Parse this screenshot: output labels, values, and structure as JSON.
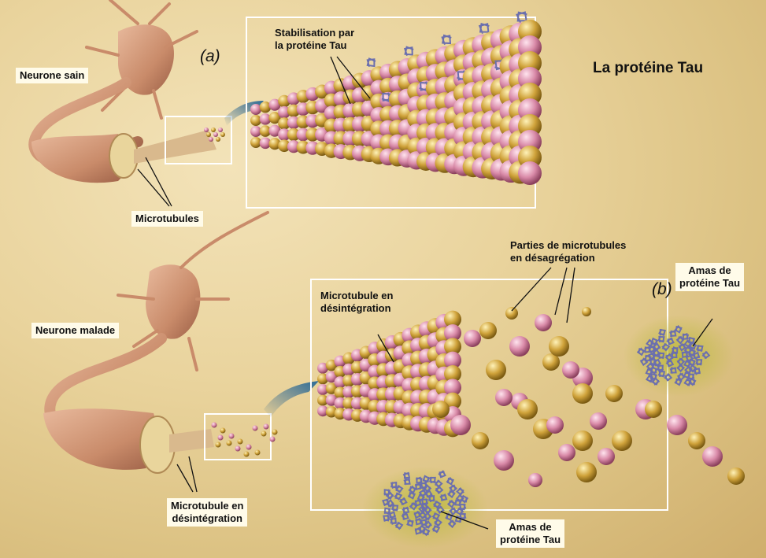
{
  "title": "La protéine Tau",
  "panels": {
    "a": "(a)",
    "b": "(b)"
  },
  "labels": {
    "neurone_sain": "Neurone sain",
    "neurone_malade": "Neurone malade",
    "microtubules": "Microtubules",
    "stabilisation_1": "Stabilisation par",
    "stabilisation_2": "la protéine Tau",
    "microtubule_desint_top_1": "Microtubule en",
    "microtubule_desint_top_2": "désintégration",
    "microtubule_desint_bottom_1": "Microtubule en",
    "microtubule_desint_bottom_2": "désintégration",
    "parties_1": "Parties de microtubules",
    "parties_2": "en désagrégation",
    "amas_right_1": "Amas de",
    "amas_right_2": "protéine Tau",
    "amas_bottom_1": "Amas de",
    "amas_bottom_2": "protéine Tau"
  },
  "colors": {
    "pink_bead": "#d98aa8",
    "gold_bead": "#cfa23a",
    "tau_protein": "#6b6fae",
    "neuron": "#c98b6a",
    "frame": "#ffffff"
  }
}
